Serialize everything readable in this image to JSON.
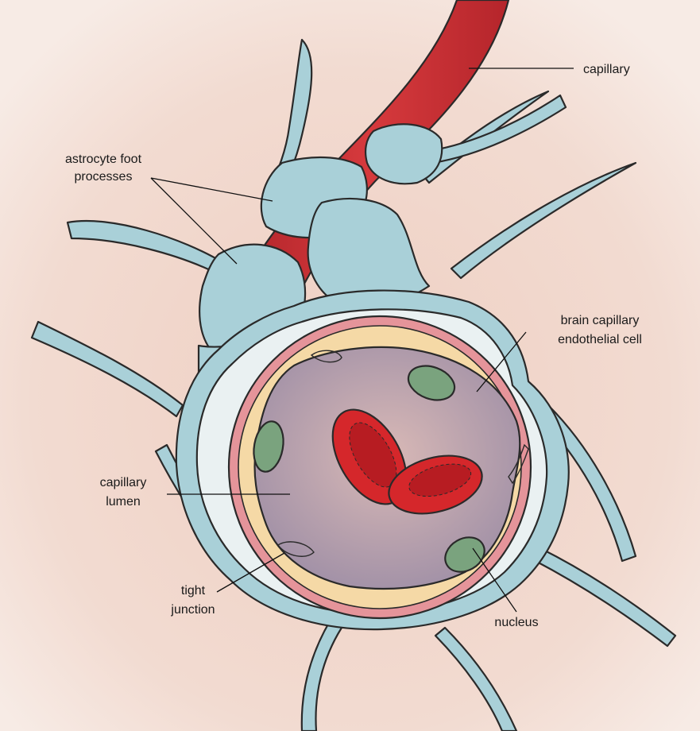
{
  "labels": {
    "capillary": "capillary",
    "astrocyte_line1": "astrocyte foot",
    "astrocyte_line2": "processes",
    "endothelial_line1": "brain capillary",
    "endothelial_line2": "endothelial cell",
    "lumen_line1": "capillary",
    "lumen_line2": "lumen",
    "tight_line1": "tight",
    "tight_line2": "junction",
    "nucleus": "nucleus"
  },
  "colors": {
    "background": "#efd3c8",
    "astrocyte": "#a9d0d8",
    "astrocyte_light": "#e9f0f1",
    "vessel_red": "#c9282e",
    "endothelium": "#f5d9a6",
    "membrane_pink": "#e5949a",
    "lumen": "#b8a3ac",
    "nucleus": "#7aa37e",
    "rbc": "#d5272b"
  },
  "icons": [
    "blood-brain-barrier-illustration"
  ]
}
